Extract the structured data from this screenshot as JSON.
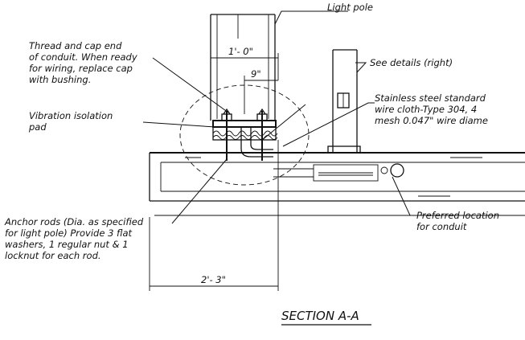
{
  "labels": {
    "light_pole": "Light pole",
    "see_details": "See details (right)",
    "thread_cap": [
      "Thread and cap end",
      "of conduit. When ready",
      "for wiring, replace cap",
      "with bushing."
    ],
    "stainless": [
      "Stainless steel standard",
      "wire cloth-Type 304, 4",
      "mesh 0.047\" wire diame"
    ],
    "vibration": [
      "Vibration isolation",
      "pad"
    ],
    "anchor": [
      "Anchor rods (Dia. as specified",
      "for light pole) Provide 3 flat",
      "washers, 1 regular nut & 1",
      "locknut for each rod."
    ],
    "conduit": [
      "Preferred location",
      "for conduit"
    ]
  },
  "dimensions": {
    "one_foot": "1'- 0\"",
    "nine_inch": "9\"",
    "two_three": "2'- 3\""
  },
  "section_title": "SECTION A-A"
}
